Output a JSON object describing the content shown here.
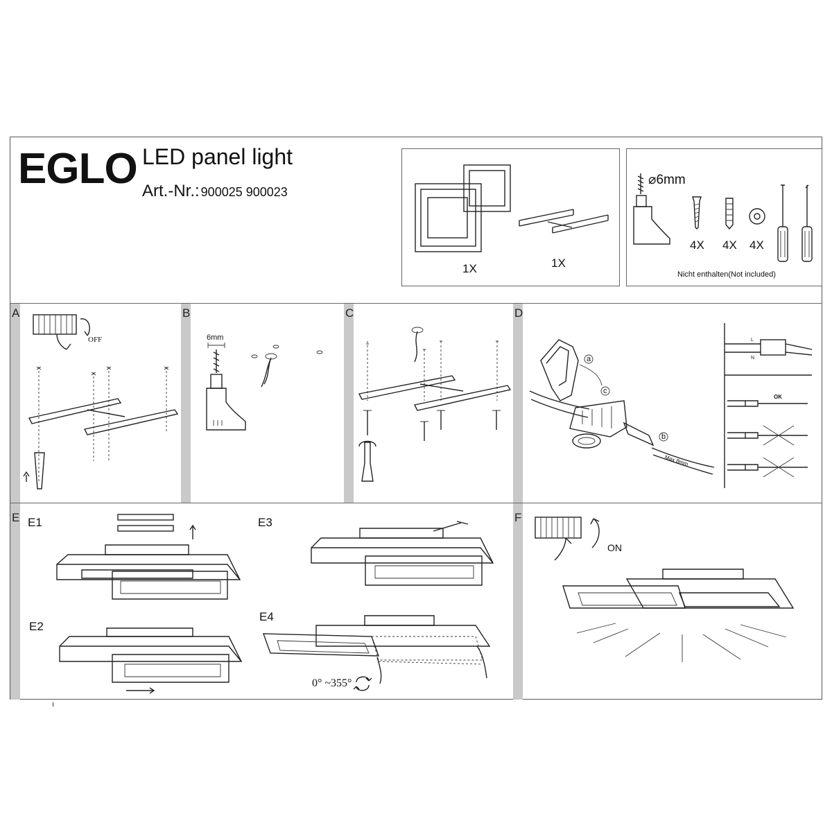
{
  "header": {
    "brand": "EGLO",
    "product_title": "LED panel light",
    "art_label": "Art.-Nr.:",
    "art_numbers": "900025  900023"
  },
  "contents_box": {
    "lamp_qty": "1X",
    "bracket_qty": "1X"
  },
  "tools_box": {
    "drill_size": "⌀6mm",
    "screw_qty": "4X",
    "dowel_qty": "4X",
    "washer_qty": "4X",
    "note": "Nicht enthalten(Not included)"
  },
  "steps": {
    "A": {
      "label": "A",
      "switch_text": "OFF"
    },
    "B": {
      "label": "B",
      "drill_text": "6mm"
    },
    "C": {
      "label": "C"
    },
    "D": {
      "label": "D",
      "callout_a": "a",
      "callout_b": "b",
      "callout_c": "c",
      "wire_L": "L",
      "wire_N": "N",
      "ok_text": "OK",
      "strip_text": "Max 8mm"
    },
    "E": {
      "label": "E",
      "e1": "E1",
      "e2": "E2",
      "e3": "E3",
      "e4": "E4",
      "rotation_text": "0° ~355°"
    },
    "F": {
      "label": "F",
      "switch_text": "ON"
    }
  }
}
